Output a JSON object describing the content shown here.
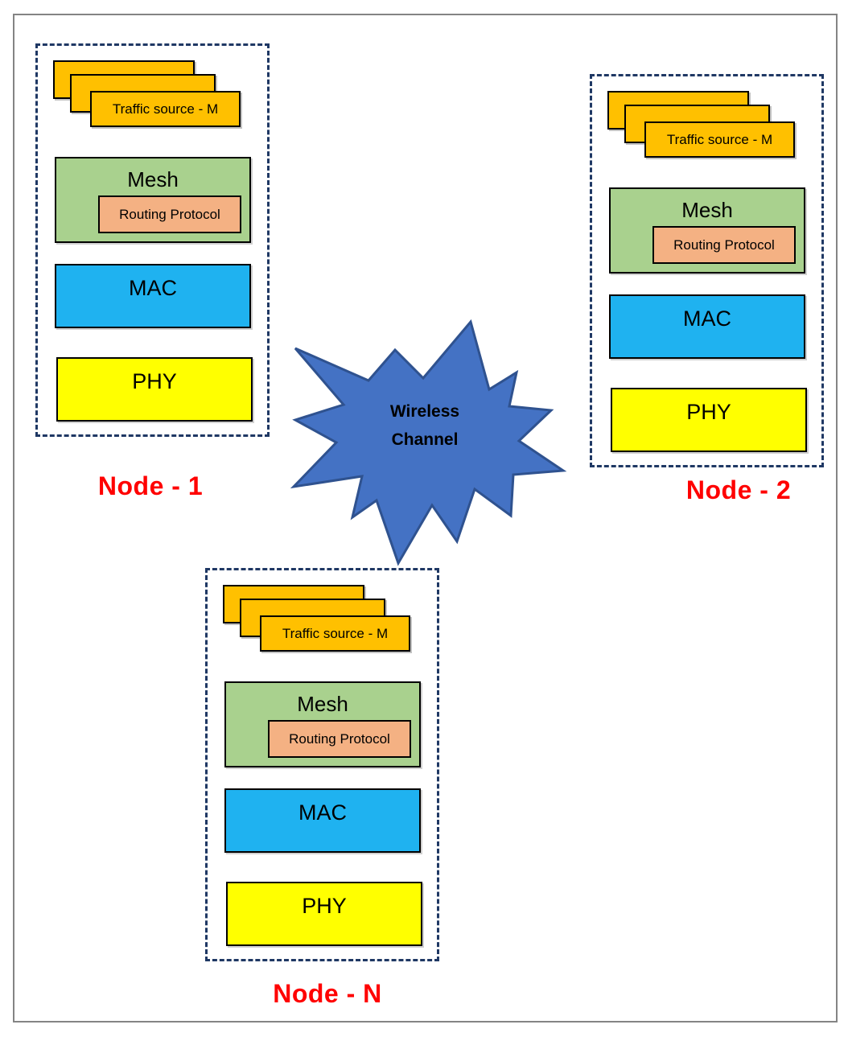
{
  "wireless_channel": {
    "line1": "Wireless",
    "line2": "Channel"
  },
  "nodes": [
    {
      "label": "Node - 1",
      "traffic_source": "Traffic source - M",
      "mesh": "Mesh",
      "routing": "Routing Protocol",
      "mac": "MAC",
      "phy": "PHY"
    },
    {
      "label": "Node - 2",
      "traffic_source": "Traffic source - M",
      "mesh": "Mesh",
      "routing": "Routing Protocol",
      "mac": "MAC",
      "phy": "PHY"
    },
    {
      "label": "Node - N",
      "traffic_source": "Traffic source - M",
      "mesh": "Mesh",
      "routing": "Routing Protocol",
      "mac": "MAC",
      "phy": "PHY"
    }
  ],
  "colors": {
    "traffic_orange": "#FFC000",
    "mesh_green": "#A9D18E",
    "routing_salmon": "#F4B183",
    "mac_blue": "#1FB2F0",
    "phy_yellow": "#FFFF00",
    "star_fill": "#4472C4",
    "star_stroke": "#2F528F",
    "node_border_navy": "#1F3864",
    "label_red": "#FF0000",
    "outer_border_gray": "#848484",
    "box_border_black": "#000000"
  }
}
